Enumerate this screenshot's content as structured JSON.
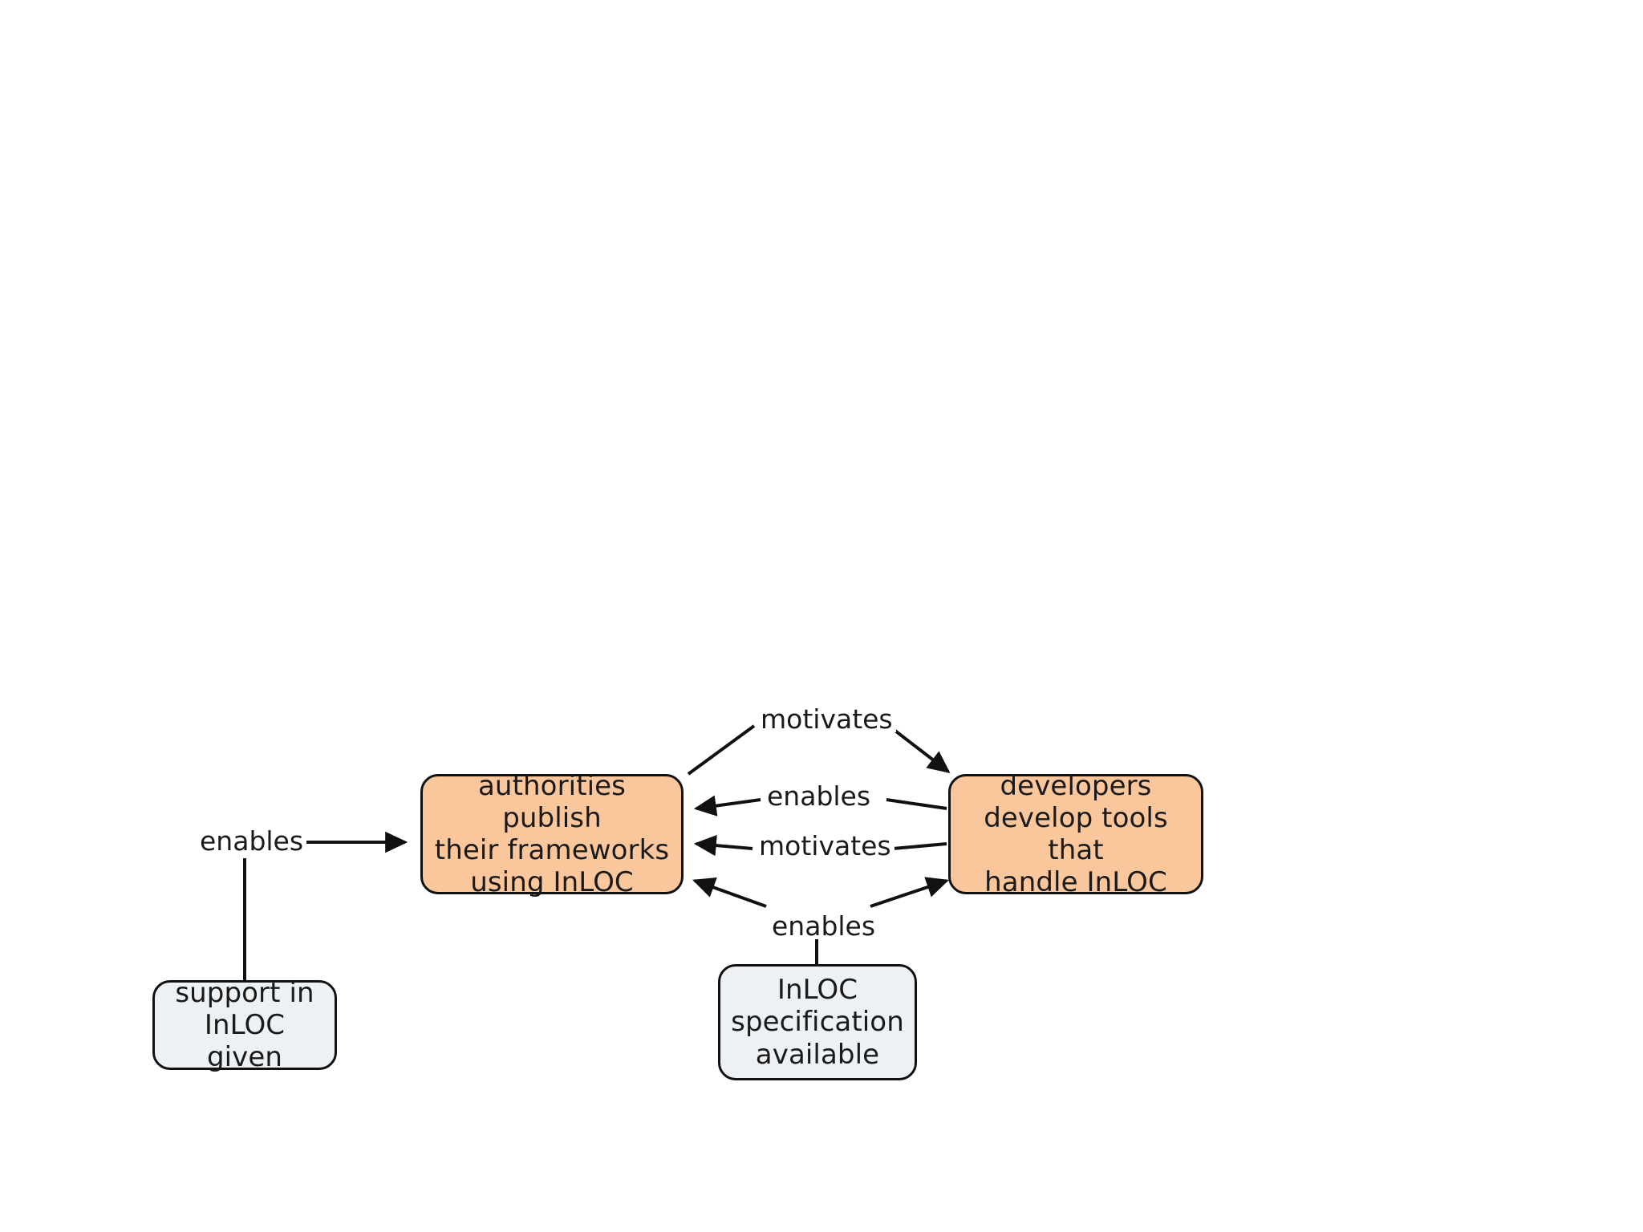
{
  "diagram": {
    "title": "InLOC adoption enablement diagram",
    "background_color": "#ffffff",
    "node_fill_orange": "#F9C79B",
    "node_fill_grey": "#EDF1F4",
    "node_border_color": "#111111",
    "text_color": "#1a1a1a"
  },
  "nodes": [
    {
      "id": "authorities",
      "label": "authorities publish their frameworks using InLOC",
      "lines": [
        "authorities publish",
        "their frameworks",
        "using InLOC"
      ],
      "style": "orange"
    },
    {
      "id": "developers",
      "label": "developers develop tools that handle InLOC",
      "lines": [
        "developers",
        "develop tools that",
        "handle InLOC"
      ],
      "style": "orange"
    },
    {
      "id": "support",
      "label": "support in InLOC given",
      "lines": [
        "support in",
        "InLOC given"
      ],
      "style": "grey"
    },
    {
      "id": "spec",
      "label": "InLOC specification available",
      "lines": [
        "InLOC",
        "specification",
        "available"
      ],
      "style": "grey"
    }
  ],
  "edges": [
    {
      "id": "support-to-authorities",
      "label": "enables",
      "source": "support",
      "target": "authorities",
      "direction": "right"
    },
    {
      "id": "authorities-to-developers-top",
      "label": "motivates",
      "source": "authorities",
      "target": "developers",
      "direction": "right"
    },
    {
      "id": "developers-to-authorities-enables",
      "label": "enables",
      "source": "developers",
      "target": "authorities",
      "direction": "left"
    },
    {
      "id": "developers-to-authorities-motivates",
      "label": "motivates",
      "source": "developers",
      "target": "authorities",
      "direction": "left"
    },
    {
      "id": "spec-to-both",
      "label": "enables",
      "source": "spec",
      "target": "authorities and developers",
      "direction": "both"
    }
  ]
}
